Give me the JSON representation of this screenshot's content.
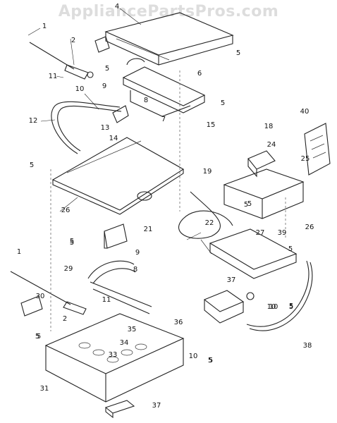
{
  "watermark": "AppliancePartsPros.com",
  "callouts": [
    "1",
    "2",
    "4",
    "5",
    "5",
    "5",
    "5",
    "5",
    "5",
    "5",
    "5",
    "5",
    "5",
    "6",
    "7",
    "8",
    "9",
    "10",
    "11",
    "12",
    "13",
    "14",
    "15",
    "18",
    "19",
    "40",
    "24",
    "25",
    "5",
    "26",
    "26",
    "22",
    "27",
    "39",
    "21",
    "5",
    "1",
    "9",
    "8",
    "29",
    "30",
    "11",
    "2",
    "5",
    "10",
    "36",
    "35",
    "34",
    "33",
    "37",
    "10",
    "5",
    "38",
    "31",
    "37",
    "10",
    "5"
  ]
}
